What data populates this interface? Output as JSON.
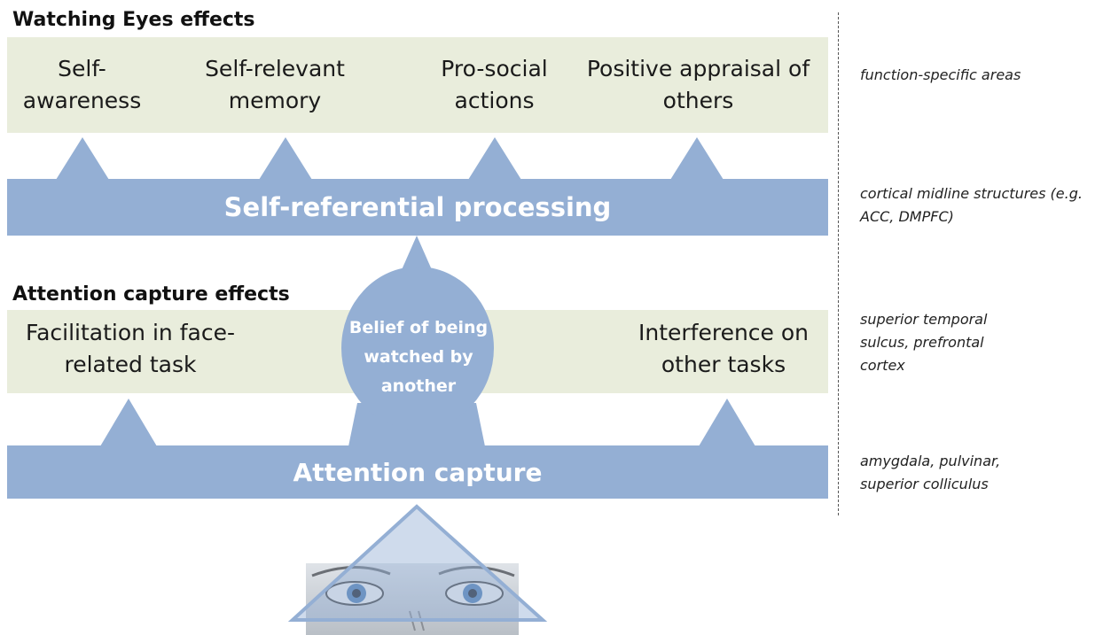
{
  "watching_eyes": {
    "title": "Watching Eyes effects",
    "effects": [
      {
        "label": "Self- awareness"
      },
      {
        "label": "Self-relevant memory"
      },
      {
        "label": "Pro-social actions"
      },
      {
        "label": "Positive appraisal of others"
      }
    ]
  },
  "self_referential": {
    "label": "Self-referential processing"
  },
  "attention_effects": {
    "title": "Attention capture effects",
    "left_effect": "Facilitation in face-related task",
    "right_effect": "Interference on other tasks"
  },
  "belief": {
    "label": "Belief of being watched by another"
  },
  "attention_capture": {
    "label": "Attention capture"
  },
  "brain_regions": [
    {
      "text": "function-specific areas"
    },
    {
      "text": "cortical midline structures (e.g. ACC, DMPFC)"
    },
    {
      "text": "superior temporal sulcus, prefrontal cortex"
    },
    {
      "text": "amygdala, pulvinar, superior colliculus"
    }
  ],
  "colors": {
    "panel": "#e9eddc",
    "bar": "#94afd4",
    "white_text": "#ffffff"
  }
}
